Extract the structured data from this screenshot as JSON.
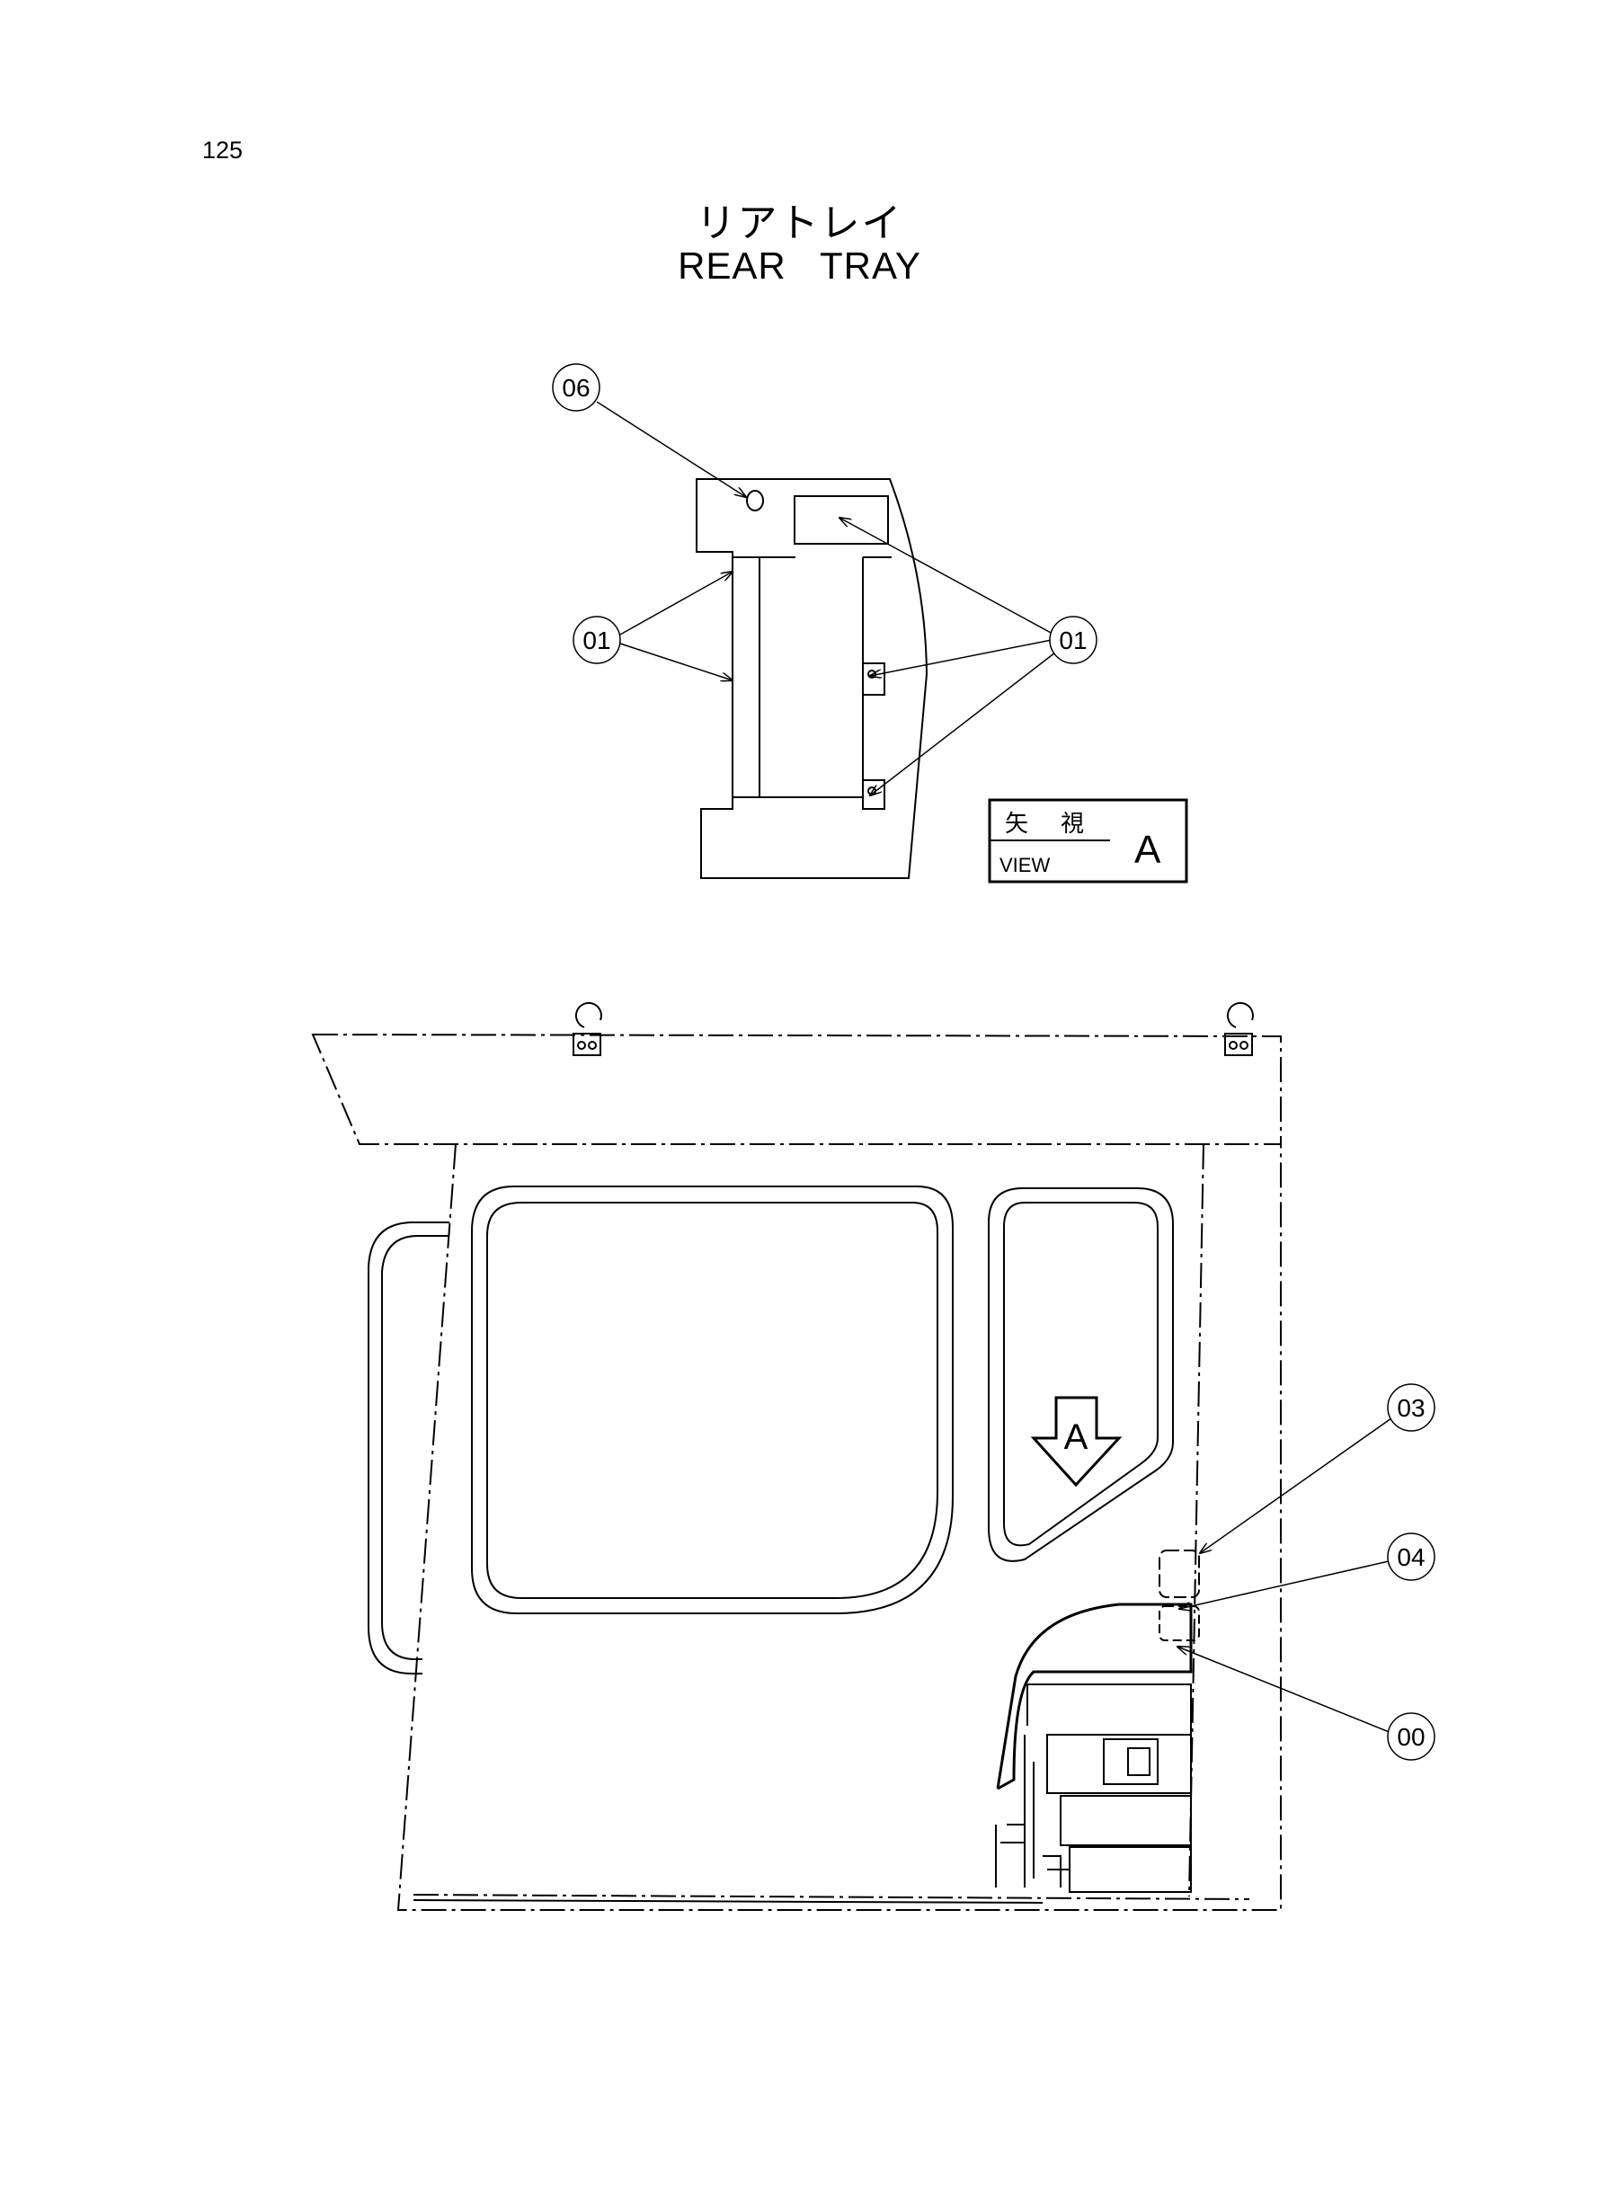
{
  "page": {
    "number": "125",
    "title_ja": "リアトレイ",
    "title_en": "REAR   TRAY"
  },
  "view_a": {
    "label_box": {
      "top_left": "矢",
      "top_right": "視",
      "bottom": "VIEW",
      "letter": "A"
    },
    "callouts": [
      "06",
      "01",
      "01"
    ]
  },
  "cab": {
    "arrow_label": "A",
    "callouts": [
      "03",
      "04",
      "00"
    ]
  }
}
